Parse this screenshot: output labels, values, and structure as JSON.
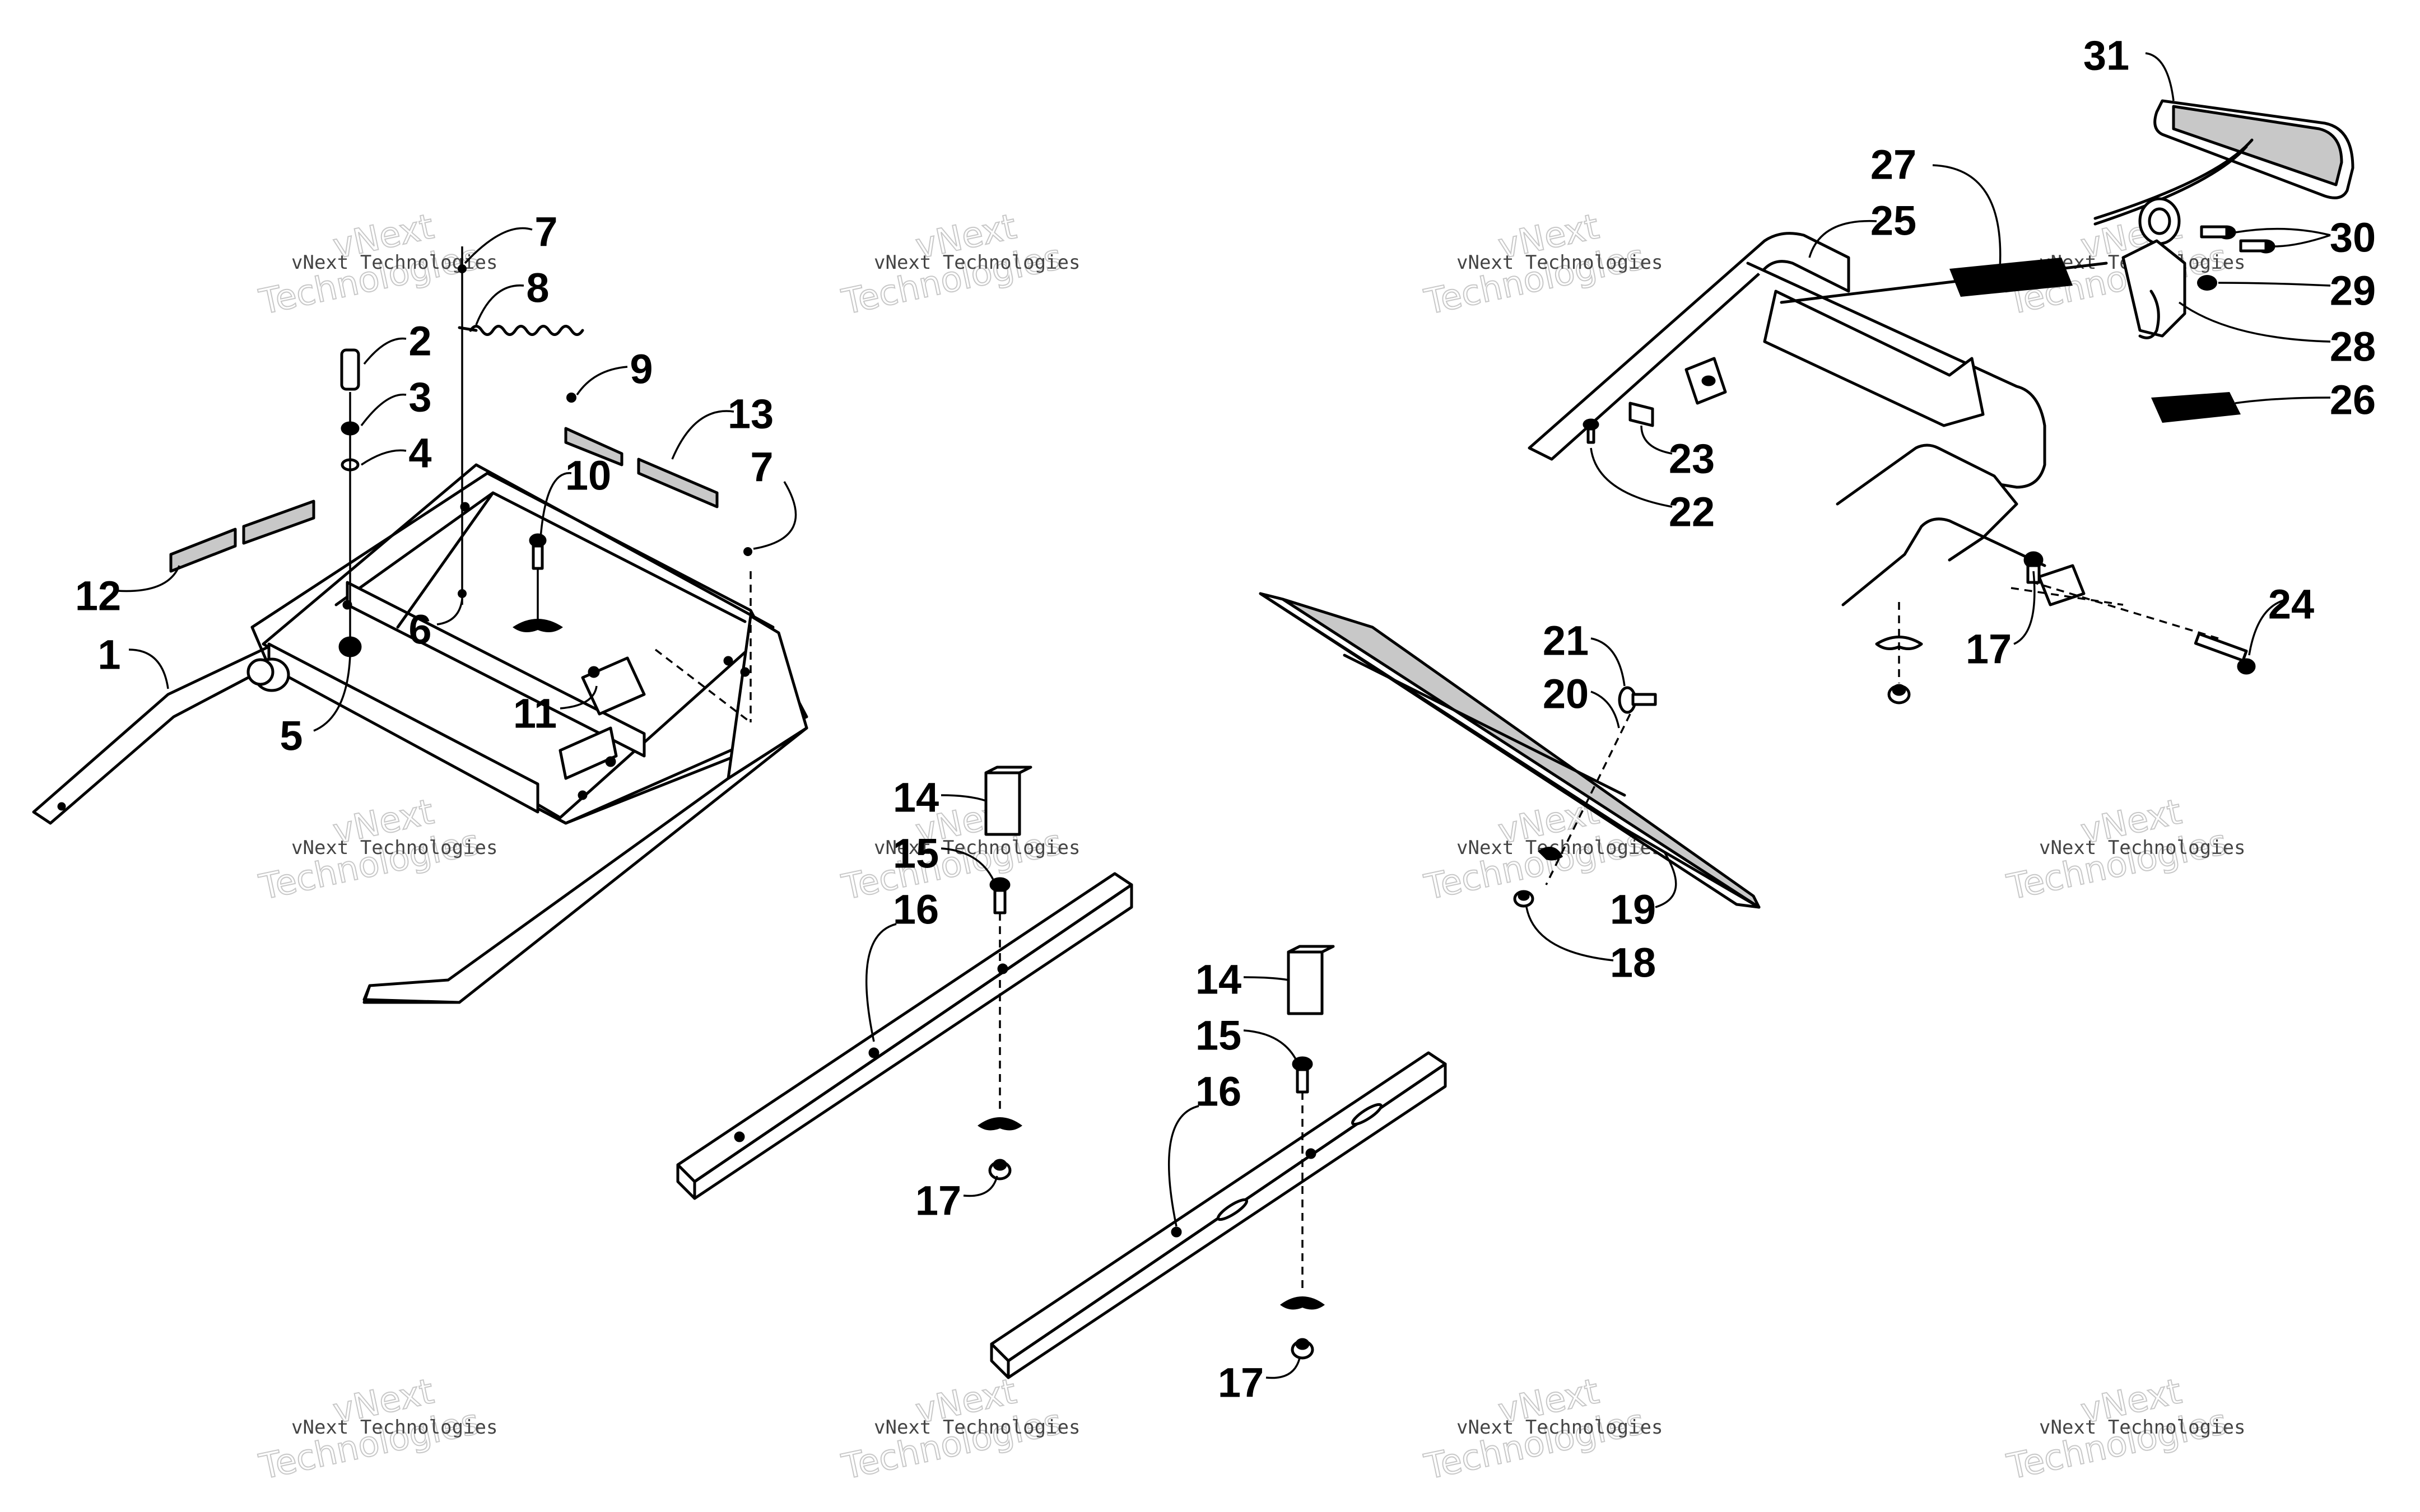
{
  "watermark": {
    "company": "vNext Technologies",
    "big_line1": "vNext",
    "big_line2": "Technologies"
  },
  "callouts": [
    {
      "id": "c1",
      "label": "1"
    },
    {
      "id": "c2",
      "label": "2"
    },
    {
      "id": "c3",
      "label": "3"
    },
    {
      "id": "c4",
      "label": "4"
    },
    {
      "id": "c5",
      "label": "5"
    },
    {
      "id": "c6",
      "label": "6"
    },
    {
      "id": "c7a",
      "label": "7"
    },
    {
      "id": "c7b",
      "label": "7"
    },
    {
      "id": "c8",
      "label": "8"
    },
    {
      "id": "c9",
      "label": "9"
    },
    {
      "id": "c10",
      "label": "10"
    },
    {
      "id": "c11",
      "label": "11"
    },
    {
      "id": "c12",
      "label": "12"
    },
    {
      "id": "c13",
      "label": "13"
    },
    {
      "id": "c14a",
      "label": "14"
    },
    {
      "id": "c14b",
      "label": "14"
    },
    {
      "id": "c15a",
      "label": "15"
    },
    {
      "id": "c15b",
      "label": "15"
    },
    {
      "id": "c16a",
      "label": "16"
    },
    {
      "id": "c16b",
      "label": "16"
    },
    {
      "id": "c17a",
      "label": "17"
    },
    {
      "id": "c17b",
      "label": "17"
    },
    {
      "id": "c17c",
      "label": "17"
    },
    {
      "id": "c18",
      "label": "18"
    },
    {
      "id": "c19",
      "label": "19"
    },
    {
      "id": "c20",
      "label": "20"
    },
    {
      "id": "c21",
      "label": "21"
    },
    {
      "id": "c22",
      "label": "22"
    },
    {
      "id": "c23",
      "label": "23"
    },
    {
      "id": "c24",
      "label": "24"
    },
    {
      "id": "c25",
      "label": "25"
    },
    {
      "id": "c26",
      "label": "26"
    },
    {
      "id": "c27",
      "label": "27"
    },
    {
      "id": "c28",
      "label": "28"
    },
    {
      "id": "c29",
      "label": "29"
    },
    {
      "id": "c30",
      "label": "30"
    },
    {
      "id": "c31",
      "label": "31"
    }
  ]
}
